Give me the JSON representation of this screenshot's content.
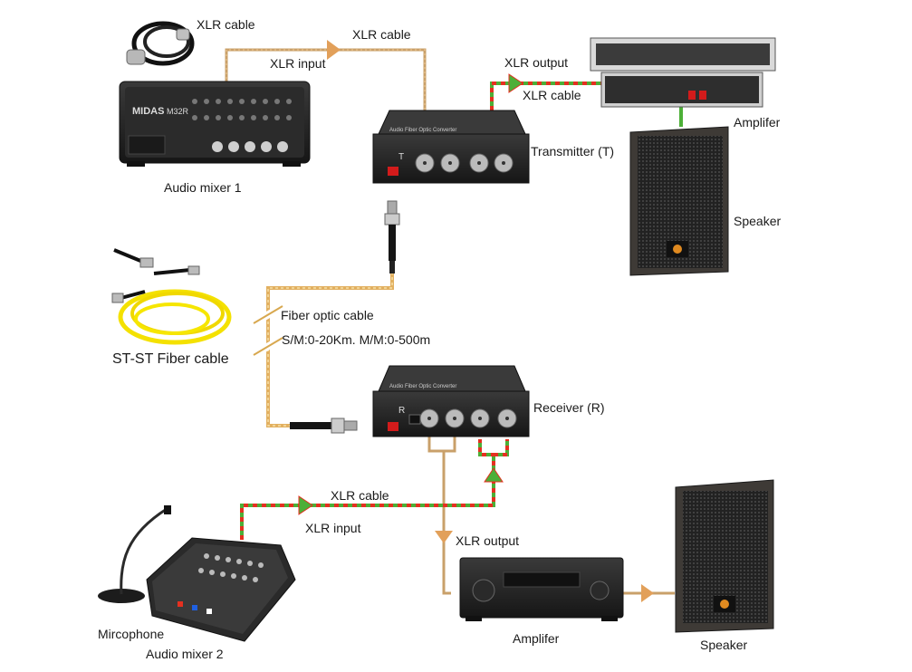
{
  "labels": {
    "xlr_cable_top_left": "XLR cable",
    "xlr_cable_top_mid": "XLR cable",
    "xlr_input_top": "XLR input",
    "xlr_output_top": "XLR output",
    "xlr_cable_top_right": "XLR cable",
    "amplifier_top": "Amplifer",
    "transmitter": "Transmitter (T)",
    "speaker_top": "Speaker",
    "audio_mixer_1": "Audio mixer 1",
    "fiber_optic_cable": "Fiber optic cable",
    "fiber_distance": "S/M:0-20Km. M/M:0-500m",
    "st_st_fiber": "ST-ST Fiber cable",
    "receiver": "Receiver (R)",
    "xlr_cable_bottom": "XLR cable",
    "xlr_input_bottom": "XLR input",
    "xlr_output_bottom": "XLR output",
    "microphone": "Mircophone",
    "audio_mixer_2": "Audio mixer 2",
    "amplifier_bottom": "Amplifer",
    "speaker_bottom": "Speaker"
  },
  "device_text": {
    "mixer_brand": "MIDAS",
    "mixer_model": "M32R",
    "transmitter_letter": "T",
    "receiver_letter": "R",
    "converter_caption": "Audio Fiber Optic Converter"
  },
  "colors": {
    "tan_cable": "#c9a06a",
    "green_signal": "#4caf37",
    "red_signal": "#e53020",
    "arrow_orange": "#e2a05a",
    "fiber_yellow": "#f4e100",
    "device_dark": "#262626"
  }
}
